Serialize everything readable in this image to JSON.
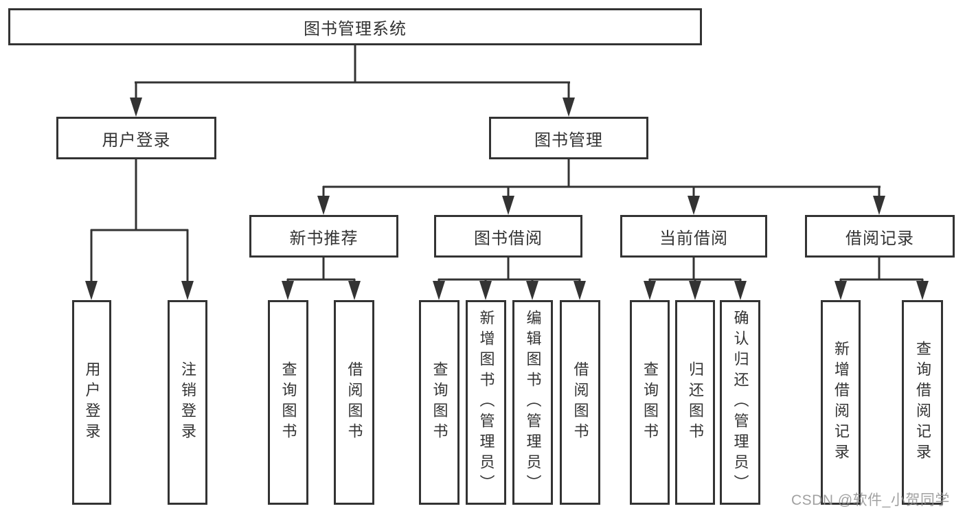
{
  "watermark": "CSDN @软件_小贺同学",
  "colors": {
    "line": "#333333",
    "text": "#333333",
    "box_background": "#ffffff",
    "watermark": "#919191"
  },
  "tree": {
    "label": "图书管理系统",
    "children": [
      {
        "label": "用户登录",
        "children": [
          {
            "label": "用户登录"
          },
          {
            "label": "注销登录"
          }
        ]
      },
      {
        "label": "图书管理",
        "children": [
          {
            "label": "新书推荐",
            "children": [
              {
                "label": "查询图书"
              },
              {
                "label": "借阅图书"
              }
            ]
          },
          {
            "label": "图书借阅",
            "children": [
              {
                "label": "查询图书"
              },
              {
                "label": "新增图书（管理员）"
              },
              {
                "label": "编辑图书（管理员）"
              },
              {
                "label": "借阅图书"
              }
            ]
          },
          {
            "label": "当前借阅",
            "children": [
              {
                "label": "查询图书"
              },
              {
                "label": "归还图书"
              },
              {
                "label": "确认归还（管理员）"
              }
            ]
          },
          {
            "label": "借阅记录",
            "children": [
              {
                "label": "新增借阅记录"
              },
              {
                "label": "查询借阅记录"
              }
            ]
          }
        ]
      }
    ]
  }
}
